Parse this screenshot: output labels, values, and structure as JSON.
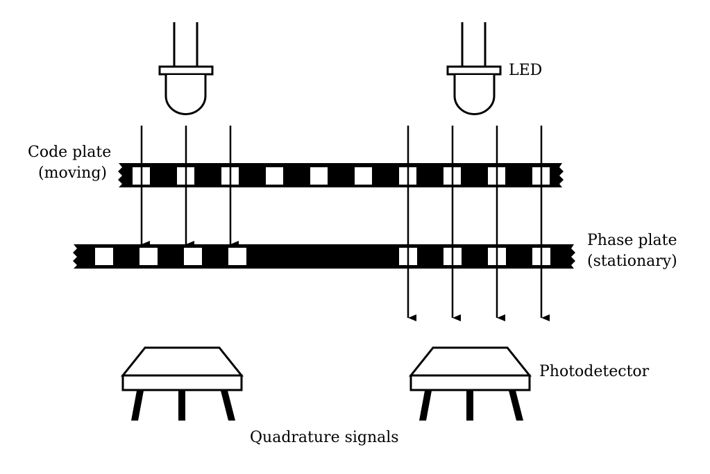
{
  "labels": {
    "led": "LED",
    "code_plate": {
      "line1": "Code plate",
      "line2": "(moving)"
    },
    "phase_plate": {
      "line1": "Phase plate",
      "line2": "(stationary)"
    },
    "photodetector": "Photodetector",
    "quadrature": "Quadrature signals"
  },
  "colors": {
    "ink": "#000000",
    "paper": "#ffffff"
  }
}
